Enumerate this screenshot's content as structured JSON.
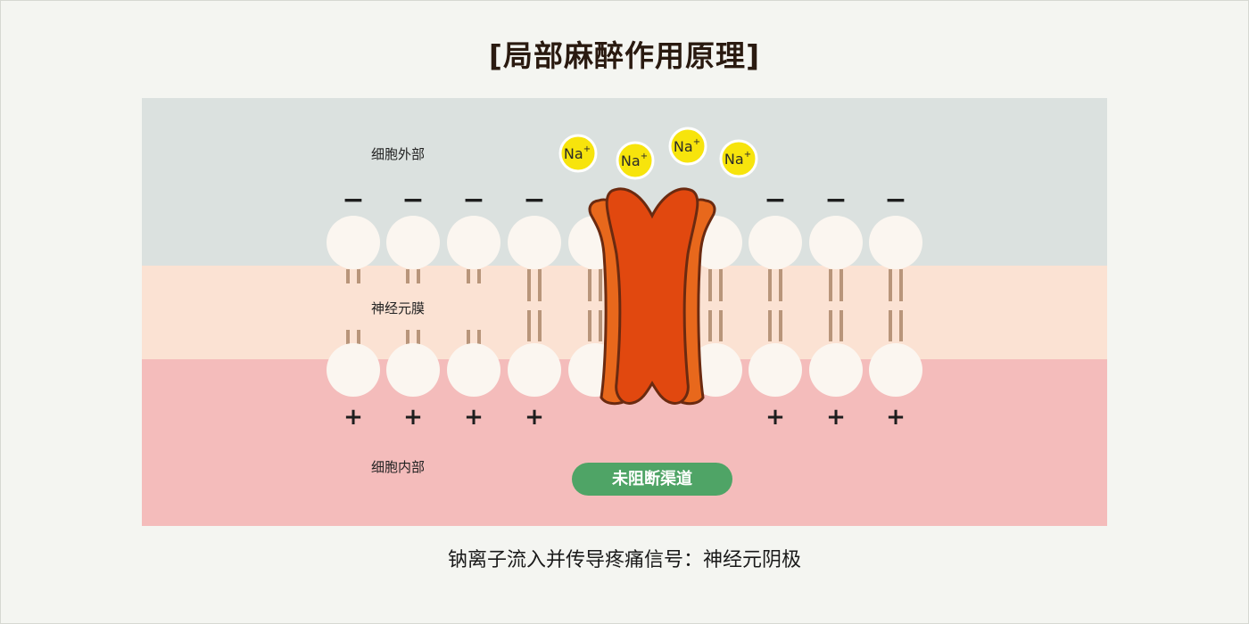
{
  "title": "[局部麻醉作用原理]",
  "regions": {
    "outside": "细胞外部",
    "membrane": "神经元膜",
    "inside": "细胞内部"
  },
  "ions": [
    "Na+",
    "Na+",
    "Na+",
    "Na+"
  ],
  "charges": {
    "outer": "−",
    "inner": "+"
  },
  "channel_status": "未阻断渠道",
  "caption": "钠离子流入并传导疼痛信号：神经元阴极",
  "colors": {
    "outside": "#dbe1df",
    "membrane": "#fbe2d3",
    "inside": "#f4bcbb",
    "lipid_head": "#fbf6f0",
    "lipid_tail": "#b8957a",
    "channel_outer": "#e8681c",
    "channel_inner": "#e1480f",
    "channel_stroke": "#6b2a10",
    "ion": "#f7e40c",
    "badge": "#4fa466"
  }
}
